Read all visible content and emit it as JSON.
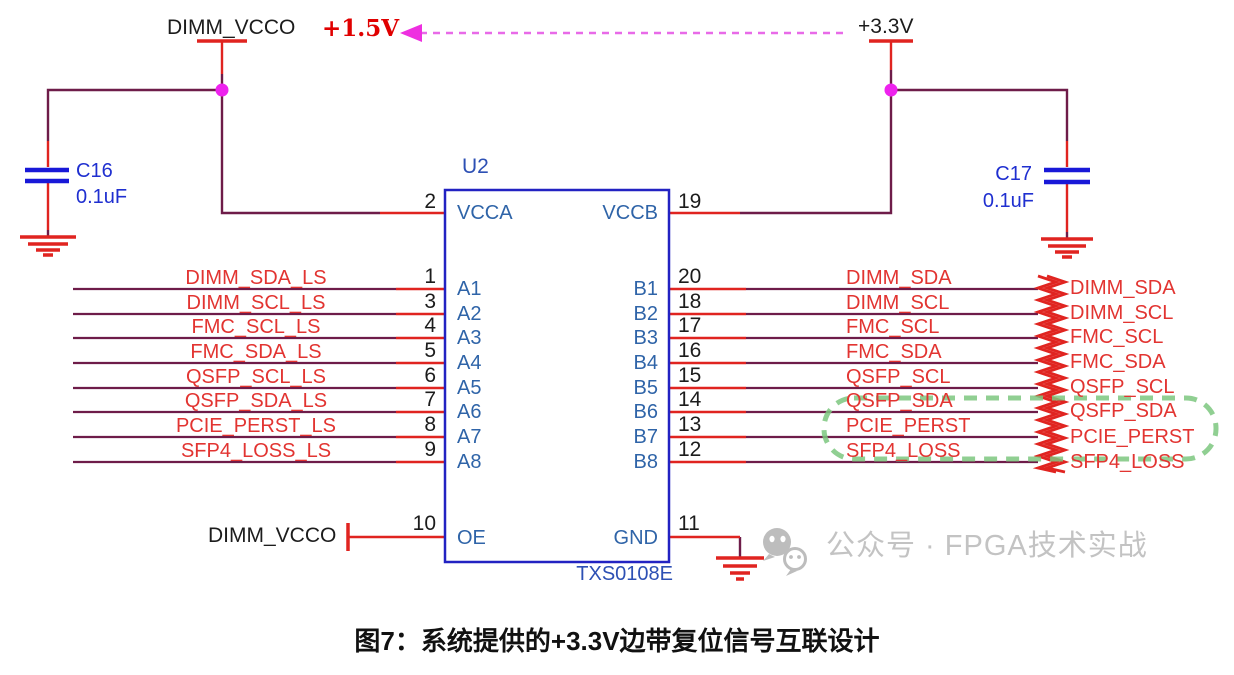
{
  "figure": {
    "caption": "图7：系统提供的+3.3V边带复位信号互联设计",
    "watermark": "公众号 · FPGA技术实战"
  },
  "power": {
    "top_left_net": "DIMM_VCCO",
    "left_rail": "+1.5V",
    "right_rail": "+3.3V",
    "oe_net": "DIMM_VCCO"
  },
  "capacitors": {
    "c16": {
      "ref": "C16",
      "value": "0.1uF"
    },
    "c17": {
      "ref": "C17",
      "value": "0.1uF"
    }
  },
  "chip": {
    "designator": "U2",
    "part_number": "TXS0108E",
    "vcca": {
      "pin": "2",
      "name": "VCCA"
    },
    "vccb": {
      "pin": "19",
      "name": "VCCB"
    },
    "oe": {
      "pin": "10",
      "name": "OE"
    },
    "gnd": {
      "pin": "11",
      "name": "GND"
    }
  },
  "rows": [
    {
      "left": "DIMM_SDA_LS",
      "lpin": "1",
      "a": "A1",
      "b": "B1",
      "rpin": "20",
      "right": "DIMM_SDA",
      "off": "DIMM_SDA"
    },
    {
      "left": "DIMM_SCL_LS",
      "lpin": "3",
      "a": "A2",
      "b": "B2",
      "rpin": "18",
      "right": "DIMM_SCL",
      "off": "DIMM_SCL"
    },
    {
      "left": "FMC_SCL_LS",
      "lpin": "4",
      "a": "A3",
      "b": "B3",
      "rpin": "17",
      "right": "FMC_SCL",
      "off": "FMC_SCL"
    },
    {
      "left": "FMC_SDA_LS",
      "lpin": "5",
      "a": "A4",
      "b": "B4",
      "rpin": "16",
      "right": "FMC_SDA",
      "off": "FMC_SDA"
    },
    {
      "left": "QSFP_SCL_LS",
      "lpin": "6",
      "a": "A5",
      "b": "B5",
      "rpin": "15",
      "right": "QSFP_SCL",
      "off": "QSFP_SCL"
    },
    {
      "left": "QSFP_SDA_LS",
      "lpin": "7",
      "a": "A6",
      "b": "B6",
      "rpin": "14",
      "right": "QSFP_SDA",
      "off": "QSFP_SDA"
    },
    {
      "left": "PCIE_PERST_LS",
      "lpin": "8",
      "a": "A7",
      "b": "B7",
      "rpin": "13",
      "right": "PCIE_PERST",
      "off": "PCIE_PERST"
    },
    {
      "left": "SFP4_LOSS_LS",
      "lpin": "9",
      "a": "A8",
      "b": "B8",
      "rpin": "12",
      "right": "SFP4_LOSS",
      "off": "SFP4_LOSS"
    }
  ],
  "colors": {
    "wire": "#6e1c49",
    "stub_red": "#e02420",
    "label_red": "#e23431",
    "chip_border": "#2222c2",
    "pin_text_blue": "#2f64a8",
    "cap_plate_blue": "#1818d8",
    "junction_magenta": "#ee22ee",
    "arrow_magenta": "#e86ae8",
    "highlight_green": "#7cc77f",
    "watermark_gray": "#c3c3c3"
  }
}
